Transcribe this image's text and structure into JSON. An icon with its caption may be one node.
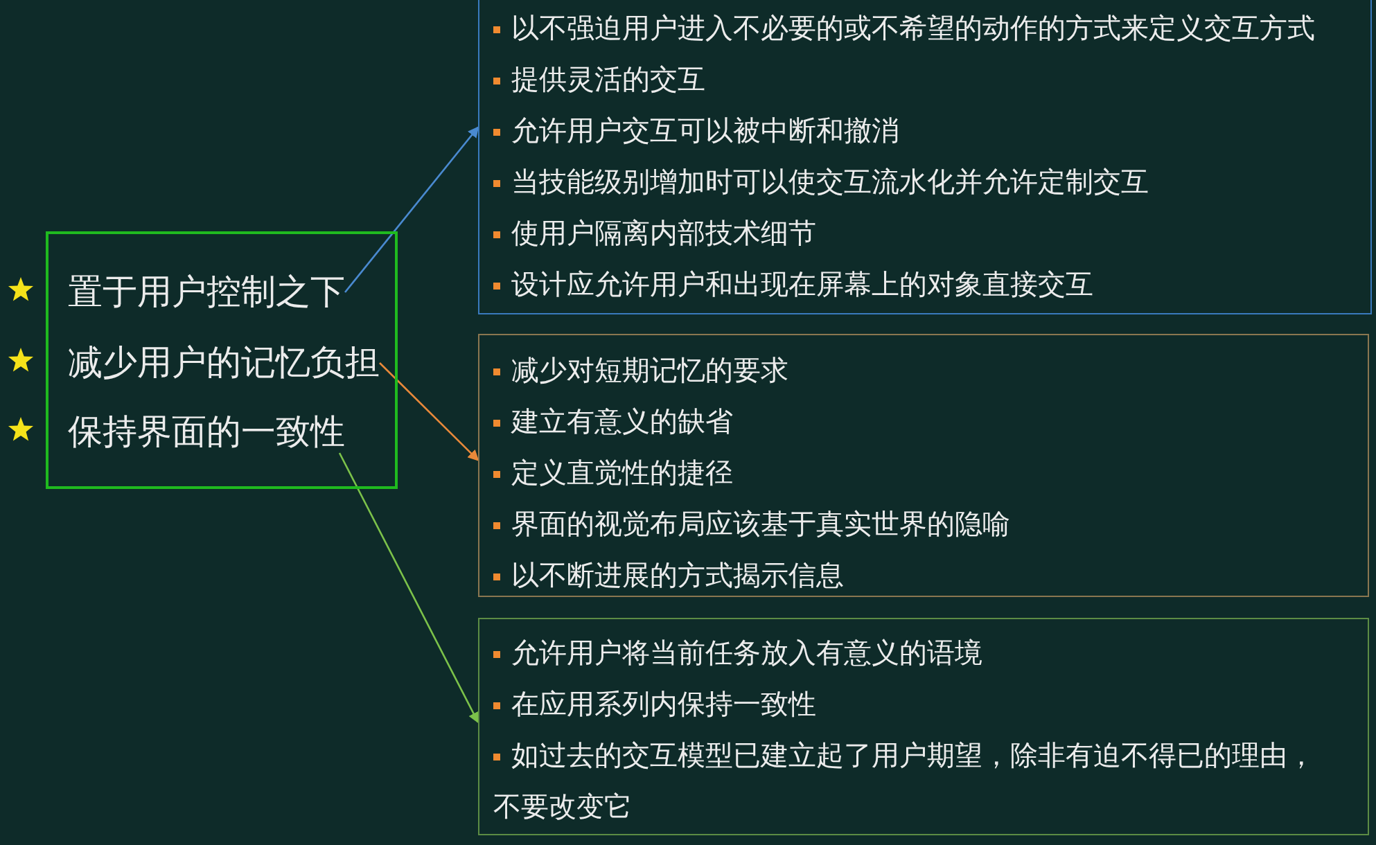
{
  "diagram": {
    "nodes": [
      {
        "text": [],
        "shape": "box"
      },
      {
        "text": [
          "置于用户控制之下"
        ],
        "in": 0
      },
      {
        "text": [
          "减少用户的记忆负担"
        ],
        "in": 0
      },
      {
        "text": [
          "保持界面的一致性"
        ],
        "in": 0
      },
      {
        "text": [
          "以不强迫用户进入不必要的或不希望的动作的方式来定义交互方式",
          "提供灵活的交互",
          "允许用户交互可以被中断和撤消",
          "当技能级别增加时可以使交互流水化并允许定制交互",
          "使用户隔离内部技术细节",
          "设计应允许用户和出现在屏幕上的对象直接交互"
        ]
      },
      {
        "text": [
          "减少对短期记忆的要求",
          "建立有意义的缺省",
          "定义直觉性的捷径",
          "界面的视觉布局应该基于真实世界的隐喻",
          "以不断进展的方式揭示信息"
        ]
      },
      {
        "text": [
          "允许用户将当前任务放入有意义的语境",
          "在应用系列内保持一致性",
          "如过去的交互模型已建立起了用户期望，除非有迫不得已的理由，不要改变它"
        ]
      }
    ],
    "edges": [
      {
        "from": 1,
        "to": 4,
        "arrow": "to",
        "color": "#4a8ad0"
      },
      {
        "from": 2,
        "to": 5,
        "arrow": "to",
        "color": "#e8893a"
      },
      {
        "from": 3,
        "to": 6,
        "arrow": "to",
        "color": "#7cc24a"
      }
    ]
  }
}
